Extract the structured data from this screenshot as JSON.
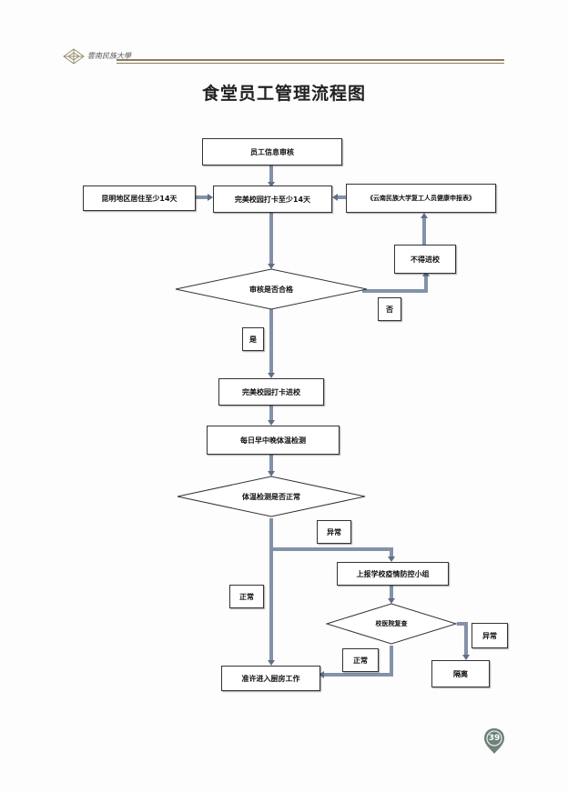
{
  "header": {
    "university": "雲南民族大學",
    "title": "食堂员工管理流程图"
  },
  "flow": {
    "info_review": "员工信息审核",
    "residence": "昆明地区居住至少14天",
    "checkin_14": "完美校园打卡至少14天",
    "health_form": "《云南民族大学复工人员健康申报表》",
    "no_entry": "不得进校",
    "review_decision": "审核是否合格",
    "label_no": "否",
    "label_yes": "是",
    "checkin_enter": "完美校园打卡进校",
    "daily_temp": "每日早中晚体温检测",
    "temp_decision": "体温检测是否正常",
    "label_abnormal_1": "异常",
    "report_group": "上报学校疫情防控小组",
    "label_normal_1": "正常",
    "clinic_recheck": "校医院复查",
    "label_abnormal_2": "异常",
    "label_normal_2": "正常",
    "allow_kitchen": "准许进入厨房工作",
    "isolate": "隔离"
  },
  "footer": {
    "page_number": "39"
  },
  "colors": {
    "connector": "#7f8ea6",
    "connector_dark": "#5f6f86",
    "badge": "#6f8278"
  }
}
